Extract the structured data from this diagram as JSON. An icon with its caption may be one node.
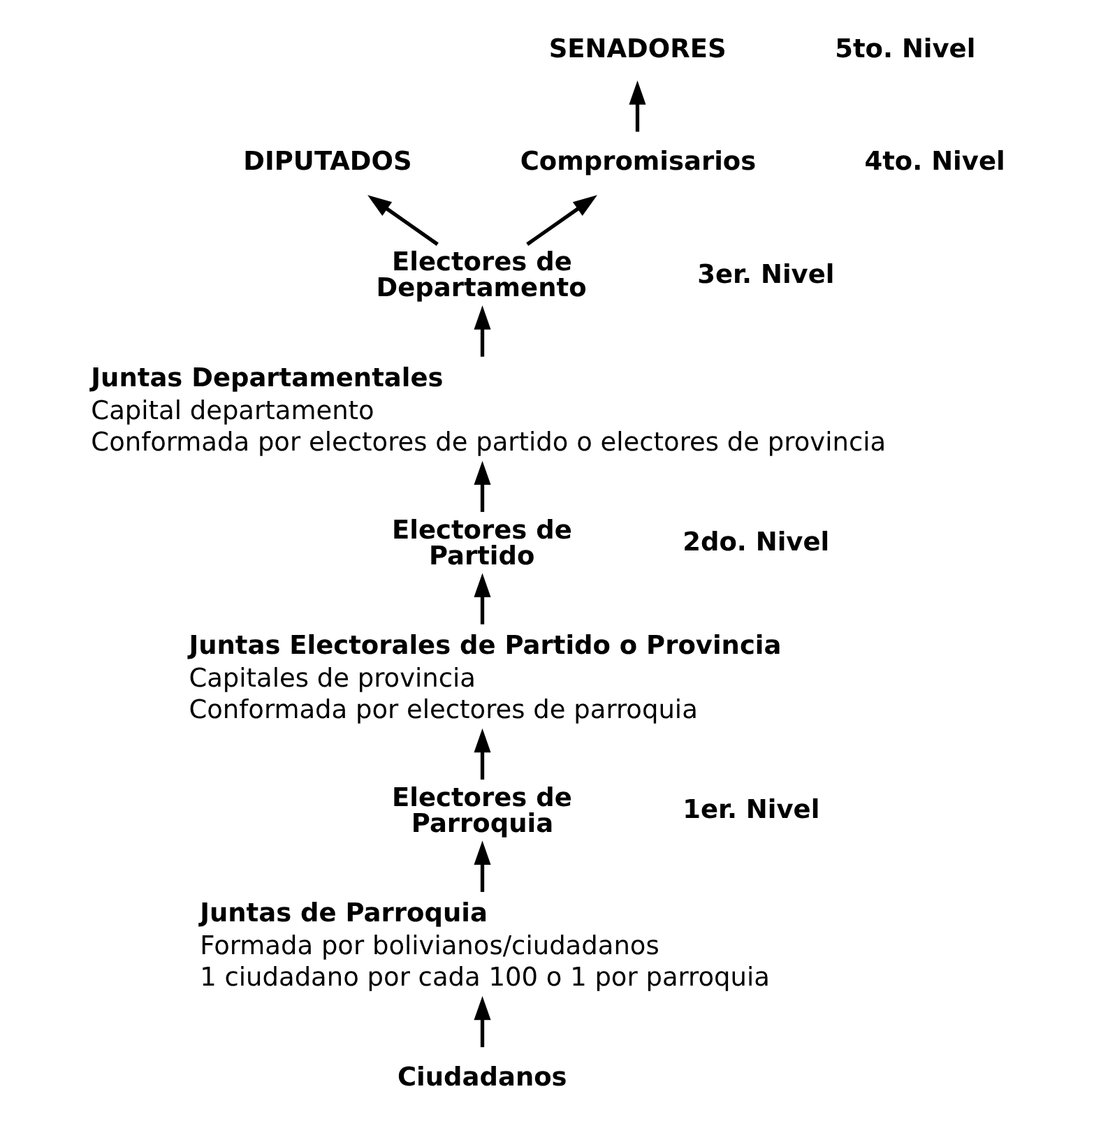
{
  "diagram": {
    "nodes": [
      {
        "text": [
          "SENADORES"
        ]
      },
      {
        "text": [
          "DIPUTADOS"
        ]
      },
      {
        "text": [
          "Compromisarios"
        ]
      },
      {
        "text": [
          "Electores de Departamento"
        ]
      },
      {
        "text": [
          "Juntas Departamentales",
          "Capital departamento",
          "Conformada por electores de partido o electores de provincia"
        ]
      },
      {
        "text": [
          "Electores de Partido"
        ]
      },
      {
        "text": [
          "Juntas Electorales de Partido o Provincia",
          "Capitales de provincia",
          "Conformada por electores de parroquia"
        ]
      },
      {
        "text": [
          "Electores de Parroquia"
        ]
      },
      {
        "text": [
          "Juntas de Parroquia",
          "Formada por bolivianos/ciudadanos",
          "1 ciudadano por cada 100 o 1 por parroquia"
        ]
      },
      {
        "text": [
          "Ciudadanos"
        ]
      }
    ],
    "edges": [
      {
        "from": 2,
        "to": 0,
        "arrow": "to"
      },
      {
        "from": 3,
        "to": 1,
        "arrow": "to"
      },
      {
        "from": 3,
        "to": 2,
        "arrow": "to"
      },
      {
        "from": 5,
        "to": 4,
        "arrow": "to"
      },
      {
        "from": 4,
        "to": 3,
        "arrow": "to"
      },
      {
        "from": 7,
        "to": 6,
        "arrow": "to"
      },
      {
        "from": 6,
        "to": 5,
        "arrow": "to"
      },
      {
        "from": 9,
        "to": 8,
        "arrow": "to"
      },
      {
        "from": 8,
        "to": 7,
        "arrow": "to"
      }
    ],
    "labels": [
      "5to. Nivel",
      "4to. Nivel",
      "3er. Nivel",
      "2do. Nivel",
      "1er. Nivel"
    ]
  }
}
